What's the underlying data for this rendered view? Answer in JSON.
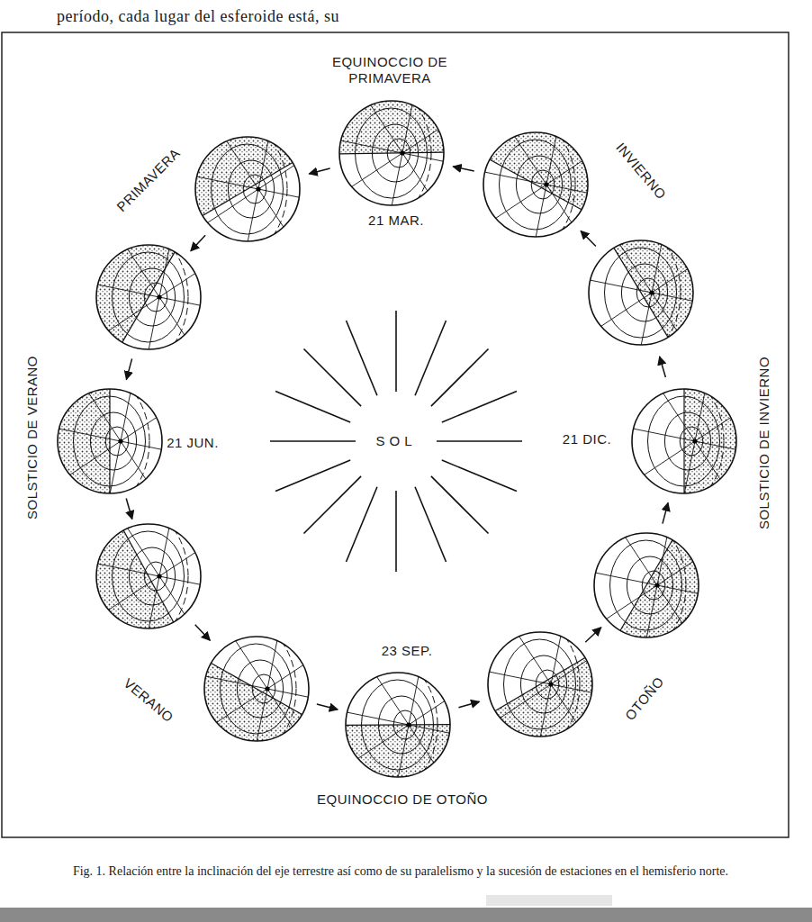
{
  "diagram": {
    "caption": "Fig. 1. Relación entre la inclinación del eje terrestre así como de su paralelismo y la sucesión de estaciones en el hemisferio norte.",
    "labels": [
      "período, cada lugar del esferoide está, su",
      "EQUINOCCIO DE PRIMAVERA",
      "PRIMAVERA",
      "INVIERNO",
      "21 MAR.",
      "SOLSTICIO DE VERANO",
      "21 JUN.",
      "SOL",
      "21 DIC.",
      "SOLSTICIO DE INVIERNO",
      "VERANO",
      "23 SEP.",
      "OTOÑO",
      "EQUINOCCIO DE OTOÑO"
    ]
  }
}
